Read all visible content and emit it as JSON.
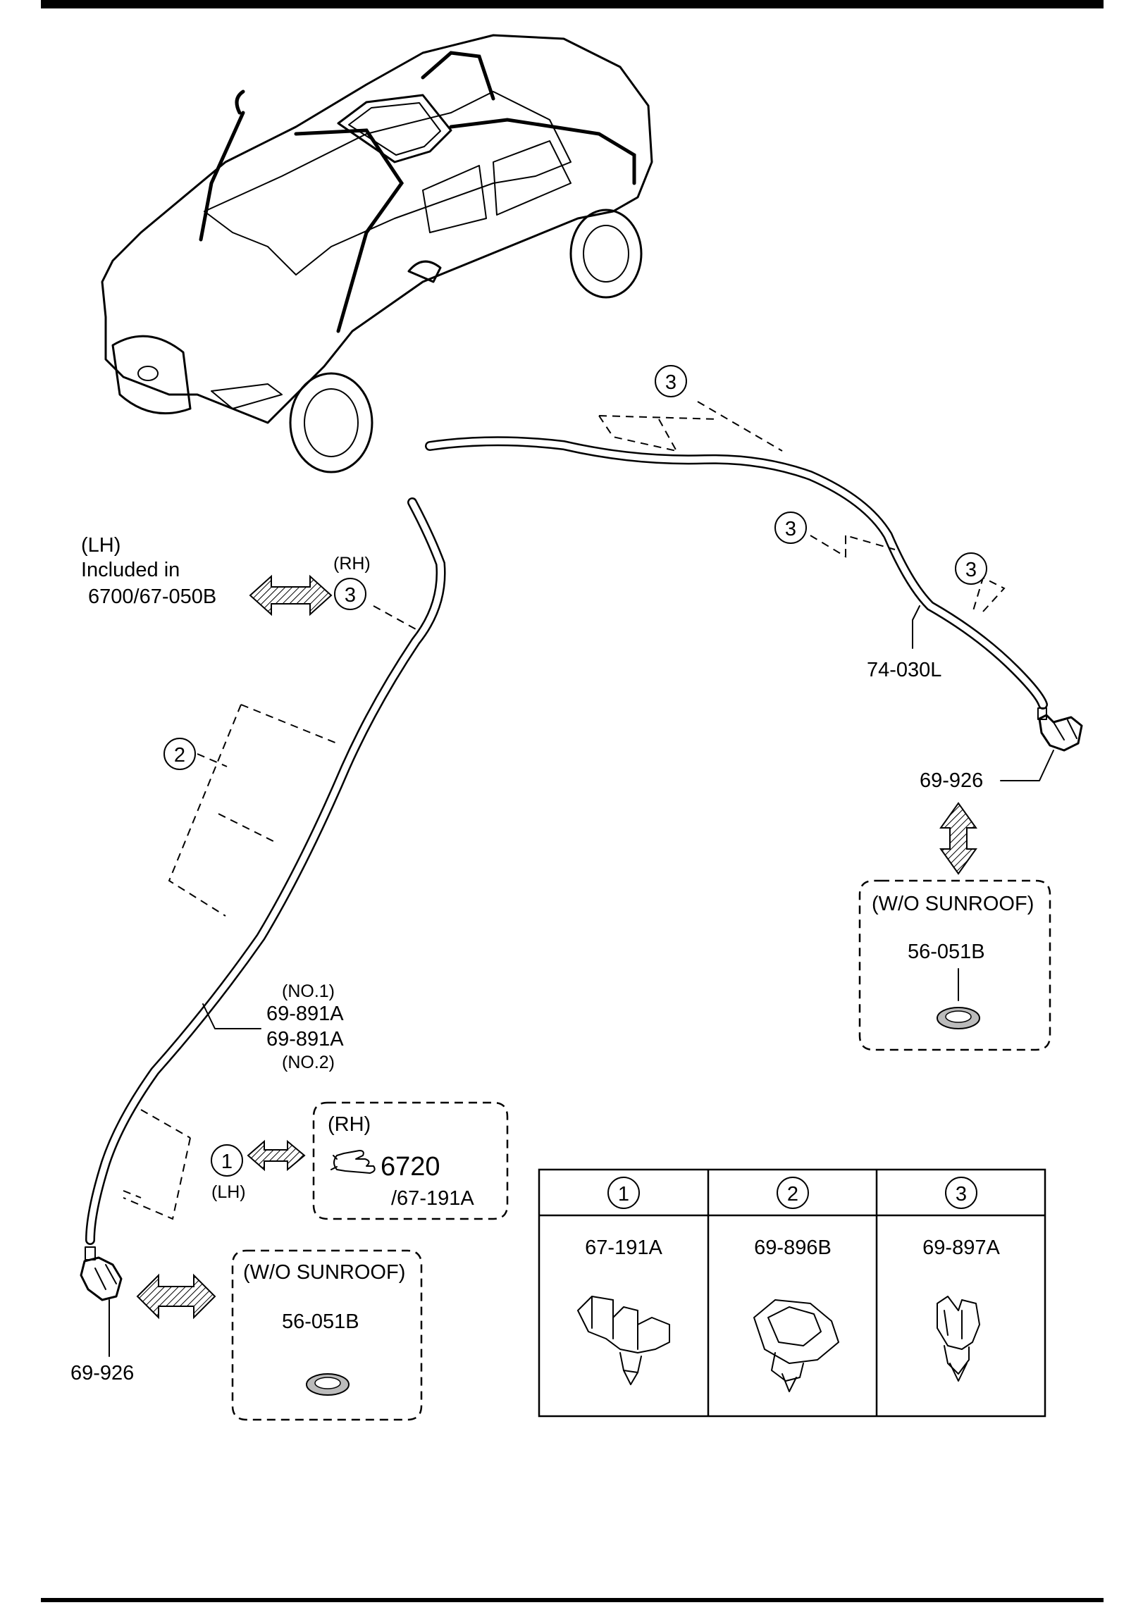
{
  "callouts": {
    "c1": "1",
    "c2": "2",
    "c3": "3"
  },
  "left_side": {
    "lh_label": "(LH)",
    "included_in": "Included in",
    "included_ref": "6700/67-050B",
    "rh_label": "(RH)",
    "hose_no1": "(NO.1)",
    "hose_part_1": "69-891A",
    "hose_part_2": "69-891A",
    "hose_no2": "(NO.2)",
    "clip_lh_label": "(LH)",
    "rh_box_label": "(RH)",
    "rh_box_ref_main": "6720",
    "rh_box_ref_sub": "/67-191A",
    "drain_valve": "69-926",
    "wo_sunroof_box_label": "(W/O SUNROOF)",
    "wo_sunroof_part": "56-051B"
  },
  "right_side": {
    "hose_part": "74-030L",
    "drain_valve": "69-926",
    "wo_sunroof_box_label": "(W/O SUNROOF)",
    "wo_sunroof_part": "56-051B"
  },
  "legend_table": {
    "columns": [
      {
        "callout": "1",
        "part": "67-191A"
      },
      {
        "callout": "2",
        "part": "69-896B"
      },
      {
        "callout": "3",
        "part": "69-897A"
      }
    ]
  },
  "icons": {
    "pointing_hand": "pointing-hand-icon",
    "double_arrow": "double-arrow-icon"
  },
  "colors": {
    "line": "#000000",
    "background": "#ffffff"
  }
}
